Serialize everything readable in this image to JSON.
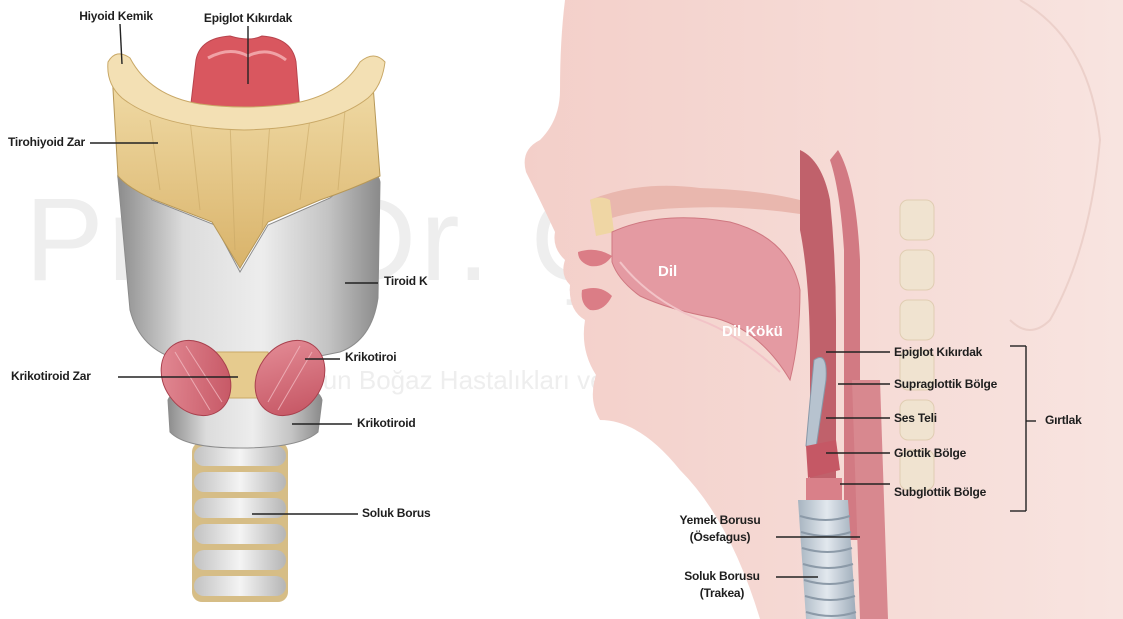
{
  "watermark": {
    "line1": "Prof. Dr. Çağrı Vural",
    "line2": "Kulak Burun Boğaz Hastalıkları ve Baş Boyun Cerrahisi Uzmanı"
  },
  "larynx_labels": {
    "hyoid": "Hiyoid Kemik",
    "epiglot": "Epiglot Kıkırdak",
    "tirohiyoid": "Tirohiyoid Zar",
    "tiroid": "Tiroid K",
    "krikotiroi": "Krikotiroi",
    "krikotiroid_zar": "Krikotiroid Zar",
    "krikotiroid": "Krikotiroid",
    "soluk_borusu": "Soluk Borus"
  },
  "head_labels": {
    "dil": "Dil",
    "dil_koku": "Dil Kökü",
    "epiglot": "Epiglot Kıkırdak",
    "supraglottik": "Supraglottik Bölge",
    "ses_teli": "Ses Teli",
    "glottik": "Glottik Bölge",
    "subglottik": "Subglottik Bölge",
    "girtlak": "Gırtlak",
    "yemek_borusu_1": "Yemek Borusu",
    "yemek_borusu_2": "(Ösefagus)",
    "soluk_borusu_1": "Soluk Borusu",
    "soluk_borusu_2": "(Trakea)"
  },
  "colors": {
    "hyoid_bone": "#e9cf95",
    "epiglottis": "#d9575f",
    "thyroid_cartilage": "#b2b2b2",
    "muscle": "#cf5f6c",
    "trachea_ring": "#d9c08a",
    "skin": "#f6d8d3",
    "leader_line": "#222222"
  }
}
